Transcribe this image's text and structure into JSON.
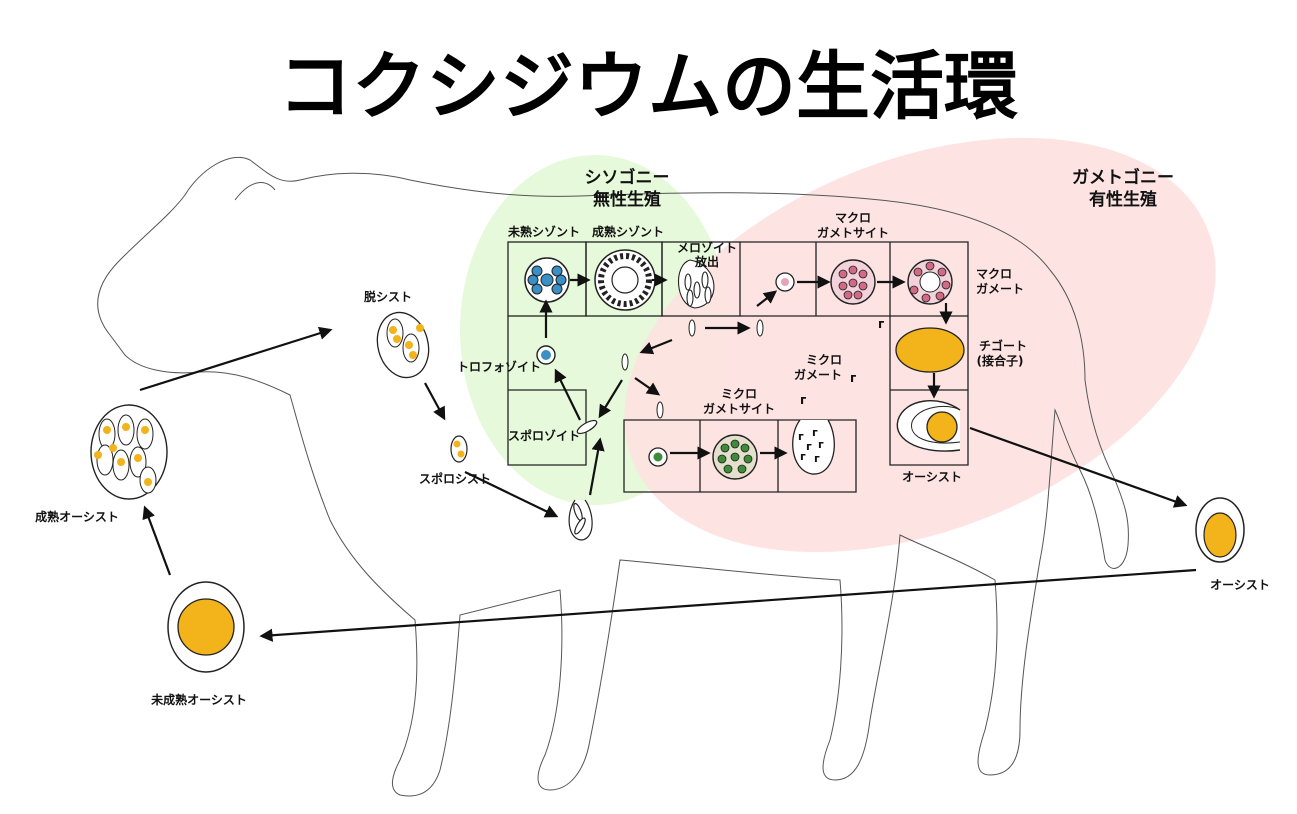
{
  "title": "コクシジウムの生活環",
  "regions": {
    "schizogony": {
      "name": "シソゴニー",
      "sub": "無性生殖",
      "color": "#e6f9da"
    },
    "gametogony": {
      "name": "ガメトゴニー",
      "sub": "有性生殖",
      "color": "#fde3e1"
    }
  },
  "labels": {
    "immature_schizont": "未熟シゾント",
    "mature_schizont": "成熟シゾント",
    "merozoite_release_1": "メロゾイト",
    "merozoite_release_2": "放出",
    "macrogametocyte_1": "マクロ",
    "macrogametocyte_2": "ガメトサイト",
    "macrogamete_1": "マクロ",
    "macrogamete_2": "ガメート",
    "zygote_1": "チゴート",
    "zygote_2": "(接合子)",
    "microgamete_1": "ミクロ",
    "microgamete_2": "ガメート",
    "microgametocyte_1": "ミクロ",
    "microgametocyte_2": "ガメトサイト",
    "trophozoite": "トロフォゾイト",
    "sporozoite": "スポロゾイト",
    "oocyst_inner": "オーシスト",
    "excystation": "脱シスト",
    "sporocyst": "スポロシスト",
    "mature_oocyst": "成熟オーシスト",
    "immature_oocyst": "未成熟オーシスト",
    "oocyst_outer": "オーシスト"
  },
  "colors": {
    "oocyst_yellow": "#f2b31b",
    "merozoite_blue": "#3a8fc4",
    "macro_pink": "#d26a86",
    "micro_green": "#3e8b3a",
    "outline": "#222222",
    "cow_outline": "#555555"
  }
}
